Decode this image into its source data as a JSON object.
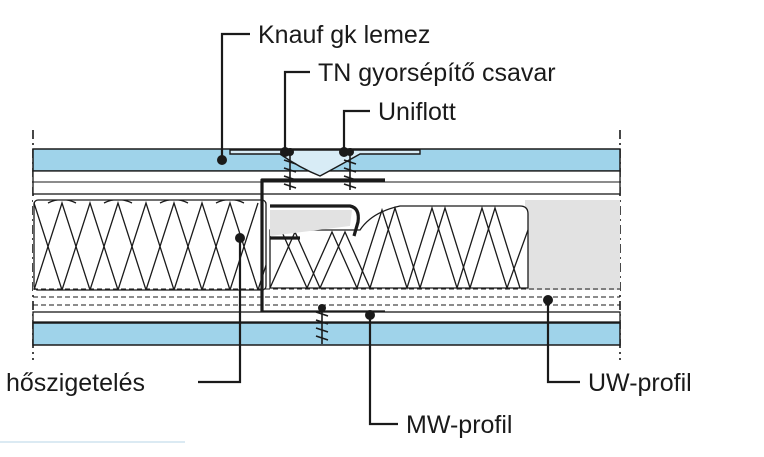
{
  "labels": {
    "board": "Knauf gk lemez",
    "screw": "TN gyorsépítő csavar",
    "joint": "Uniflott",
    "insulation": "hőszigetelés",
    "uw_profile": "UW-profil",
    "mw_profile": "MW-profil"
  },
  "colors": {
    "board": "#9fd3ea",
    "line": "#1a1a1a",
    "profile_fill": "#e2e2e2",
    "wall_fill": "#ffffff",
    "faint_line": "#cfe3ef"
  },
  "icons": [
    "screw-icon",
    "insulation-loop-icon",
    "leader-dot-icon"
  ]
}
